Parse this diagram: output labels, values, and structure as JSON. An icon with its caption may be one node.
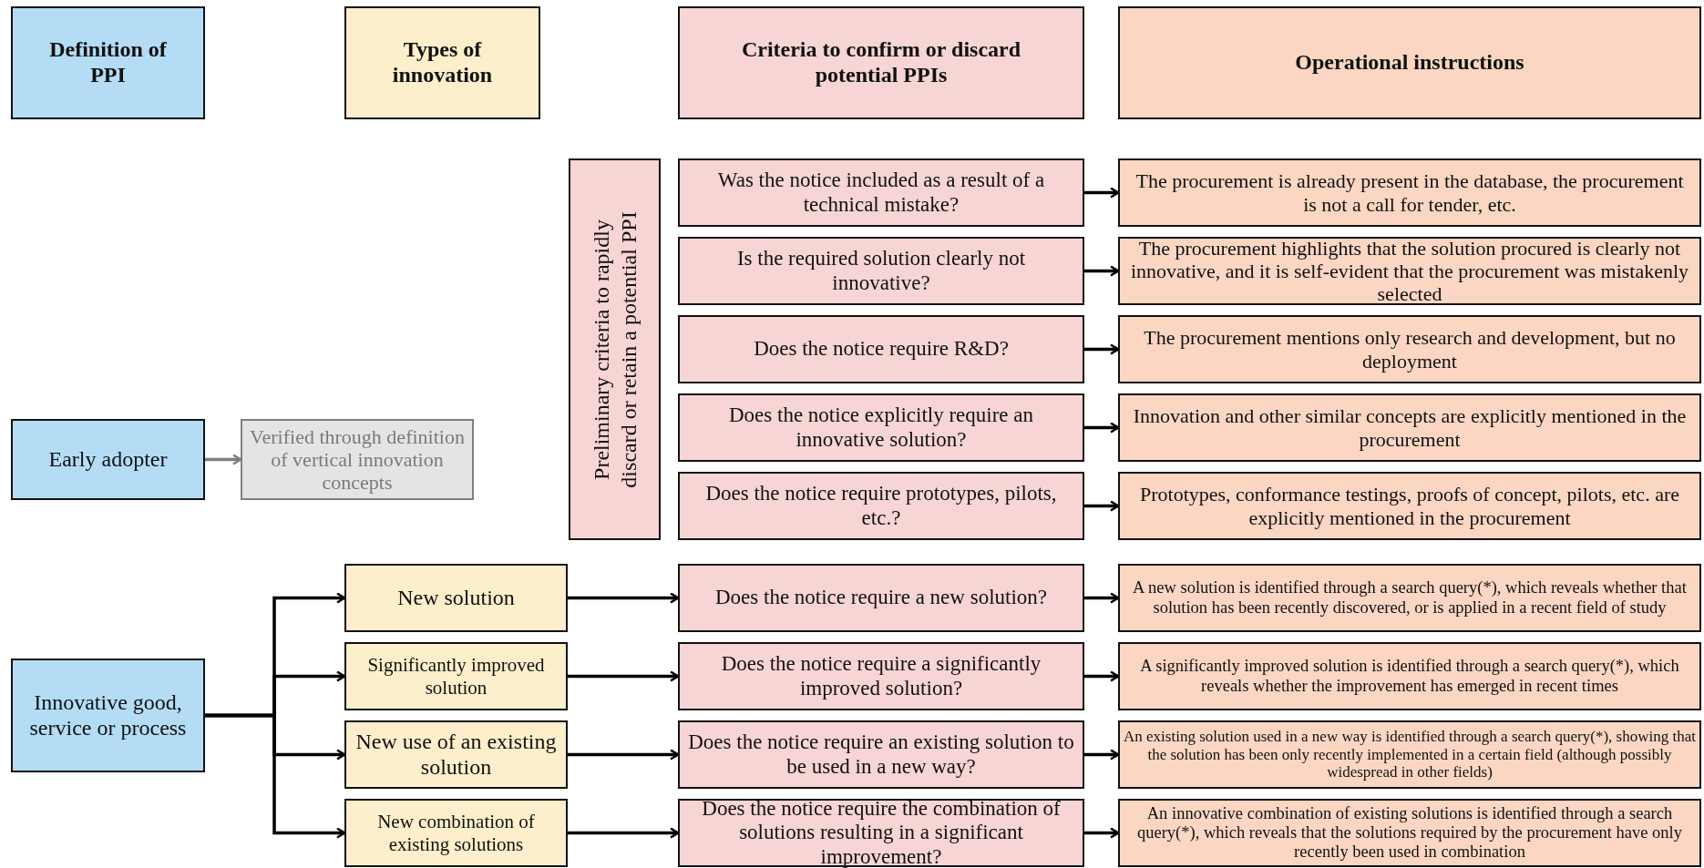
{
  "diagram": {
    "nodes": [
      {
        "text": [
          "Definition of PPI"
        ]
      },
      {
        "text": [
          "Types of innovation"
        ]
      },
      {
        "text": [
          "Criteria to confirm or discard potential PPIs"
        ]
      },
      {
        "text": [
          "Operational instructions"
        ]
      },
      {
        "text": [
          "Preliminary criteria to rapidly discard or retain a potential PPI"
        ]
      },
      {
        "text": [
          "Was the notice included as a result of a technical mistake?"
        ]
      },
      {
        "text": [
          "Is the required solution clearly not innovative?"
        ]
      },
      {
        "text": [
          "Does the notice require R&D?"
        ]
      },
      {
        "text": [
          "Does the notice explicitly require an innovative solution?"
        ]
      },
      {
        "text": [
          "Does the notice require prototypes, pilots, etc.?"
        ]
      },
      {
        "text": [
          "The procurement is already present in the database, the procurement is not a call for tender, etc."
        ]
      },
      {
        "text": [
          "The procurement highlights that the solution procured is clearly not innovative, and it is self-evident that the procurement was mistakenly selected"
        ]
      },
      {
        "text": [
          "The procurement mentions only research and development, but no deployment"
        ]
      },
      {
        "text": [
          "Innovation and other similar concepts are explicitly mentioned in the procurement"
        ]
      },
      {
        "text": [
          "Prototypes, conformance testings, proofs of concept, pilots, etc. are explicitly mentioned in the procurement"
        ]
      },
      {
        "text": [
          "Early adopter"
        ]
      },
      {
        "text": [
          "Verified through definition of vertical innovation concepts"
        ]
      },
      {
        "text": [
          "Innovative good, service or process"
        ]
      },
      {
        "text": [
          "New solution"
        ]
      },
      {
        "text": [
          "Significantly improved solution"
        ]
      },
      {
        "text": [
          "New use of an existing solution"
        ]
      },
      {
        "text": [
          "New combination of existing solutions"
        ]
      },
      {
        "text": [
          "Does the notice require a new solution?"
        ]
      },
      {
        "text": [
          "Does the notice require a significantly improved solution?"
        ]
      },
      {
        "text": [
          "Does the notice require an existing solution to be used in a new way?"
        ]
      },
      {
        "text": [
          "Does the notice require the combination of solutions resulting in a significant improvement?"
        ]
      },
      {
        "text": [
          "A new solution is identified through a search query(*), which reveals whether that solution has been recently discovered, or is applied in a recent field of study"
        ]
      },
      {
        "text": [
          "A significantly improved solution is identified through a search query(*), which reveals whether the improvement has emerged in recent times"
        ]
      },
      {
        "text": [
          "An existing solution used in a new way is identified through a search query(*), showing that the solution has been only recently implemented in a certain field (although possibly widespread in other fields)"
        ]
      },
      {
        "text": [
          "An innovative combination of existing solutions is identified through a search query(*), which reveals that the solutions required by the procurement have only recently been used in combination"
        ]
      }
    ],
    "edges": [
      {
        "from": 5,
        "to": 10,
        "arrow": "to"
      },
      {
        "from": 6,
        "to": 11,
        "arrow": "to"
      },
      {
        "from": 7,
        "to": 12,
        "arrow": "to"
      },
      {
        "from": 8,
        "to": 13,
        "arrow": "to"
      },
      {
        "from": 9,
        "to": 14,
        "arrow": "to"
      },
      {
        "from": 15,
        "to": 16,
        "arrow": "to",
        "color": "#7f7f7f"
      },
      {
        "from": 17,
        "to": 18,
        "arrow": "to"
      },
      {
        "from": 17,
        "to": 19,
        "arrow": "to"
      },
      {
        "from": 17,
        "to": 20,
        "arrow": "to"
      },
      {
        "from": 17,
        "to": 21,
        "arrow": "to"
      },
      {
        "from": 18,
        "to": 22,
        "arrow": "to"
      },
      {
        "from": 19,
        "to": 23,
        "arrow": "to"
      },
      {
        "from": 20,
        "to": 24,
        "arrow": "to"
      },
      {
        "from": 21,
        "to": 25,
        "arrow": "to"
      },
      {
        "from": 22,
        "to": 26,
        "arrow": "to"
      },
      {
        "from": 23,
        "to": 27,
        "arrow": "to"
      },
      {
        "from": 24,
        "to": 28,
        "arrow": "to"
      },
      {
        "from": 25,
        "to": 29,
        "arrow": "to"
      }
    ]
  }
}
